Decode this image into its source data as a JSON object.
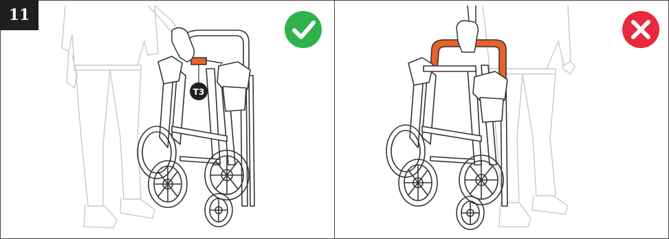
{
  "step": {
    "number": "11"
  },
  "panels": [
    {
      "status": "correct",
      "status_icon": "check-icon",
      "status_color": "#2db34a",
      "callout_label": "T3",
      "handle_color": "#e8622a"
    },
    {
      "status": "incorrect",
      "status_icon": "cross-icon",
      "status_color": "#e8283c",
      "handle_color": "#e8622a"
    }
  ],
  "colors": {
    "outline": "#333333",
    "ghost_outline": "#c9c9c9",
    "frame": "#444444"
  }
}
